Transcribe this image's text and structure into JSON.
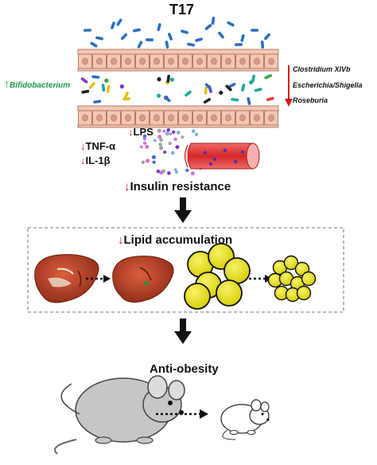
{
  "title": "T17",
  "left_label": {
    "arrow": "↑",
    "text": "Bifidobacterium"
  },
  "right_labels": [
    "Clostridium XIVb",
    "Escherichia/Shigella",
    "Roseburia"
  ],
  "lps": {
    "arrow": "↓",
    "text": "LPS"
  },
  "tnf": {
    "arrow": "↓",
    "text": "TNF-α"
  },
  "il": {
    "arrow": "↓",
    "text": "IL-1β"
  },
  "insulin": {
    "arrow": "↓",
    "text": "Insulin resistance"
  },
  "lipid": {
    "arrow": "↓",
    "text": "Lipid accumulation"
  },
  "anti_obesity": "Anti-obesity",
  "colors": {
    "red": "#d4161b",
    "green": "#1a9a4a",
    "cell_fill": "#f2c7b4",
    "cell_stroke": "#b87a66",
    "bacteria_blue": "#2a6fc0",
    "fat_yellow": "#e9e21a",
    "liver": "#b8432a",
    "vessel": "#e03a3a",
    "mouse_gray": "#c6c6c6"
  }
}
